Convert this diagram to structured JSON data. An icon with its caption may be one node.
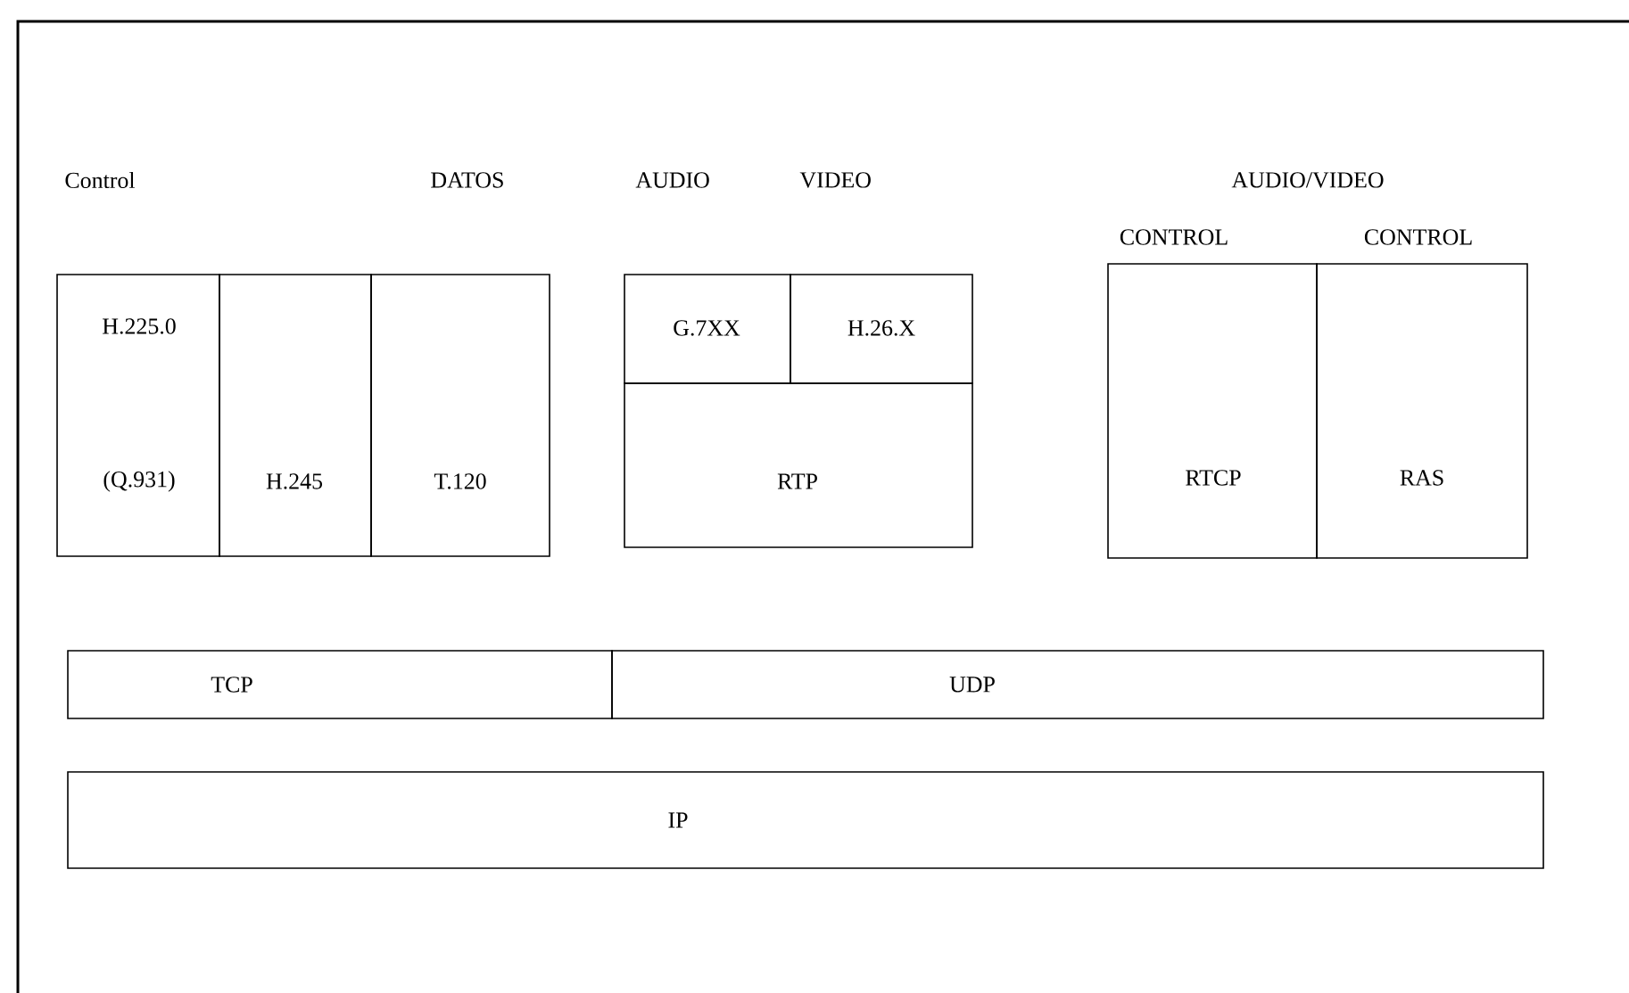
{
  "diagram": {
    "nodes": [
      {
        "text": [
          "H.225.0",
          "(Q.931)"
        ]
      },
      {
        "text": [
          "H.245"
        ]
      },
      {
        "text": [
          "T.120"
        ]
      },
      {
        "text": [
          "G.7XX"
        ]
      },
      {
        "text": [
          "H.26.X"
        ]
      },
      {
        "text": [
          "RTP"
        ]
      },
      {
        "text": [
          "RTCP"
        ]
      },
      {
        "text": [
          "RAS"
        ]
      },
      {
        "text": [
          "TCP"
        ]
      },
      {
        "text": [
          "UDP"
        ]
      },
      {
        "text": [
          "IP"
        ]
      }
    ],
    "labels": [
      "Control",
      "DATOS",
      "AUDIO",
      "VIDEO",
      "AUDIO/VIDEO",
      "CONTROL",
      "CONTROL"
    ]
  }
}
